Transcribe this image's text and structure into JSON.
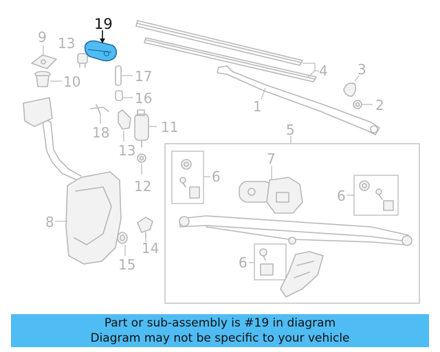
{
  "diagram": {
    "highlighted_part": "19",
    "callouts": {
      "c1": "1",
      "c2": "2",
      "c3": "3",
      "c4": "4",
      "c5": "5",
      "c6a": "6",
      "c6b": "6",
      "c6c": "6",
      "c7": "7",
      "c8": "8",
      "c9": "9",
      "c10": "10",
      "c11": "11",
      "c12": "12",
      "c13a": "13",
      "c13b": "13",
      "c14": "14",
      "c15": "15",
      "c16": "16",
      "c17": "17",
      "c18": "18",
      "c19": "19"
    },
    "colors": {
      "highlight": "#4fbcf4",
      "parts": "#b8b8b8",
      "banner": "#4fbcf4"
    }
  },
  "banner": {
    "line1": "Part or sub-assembly is #19 in diagram",
    "line2": "Diagram may not be specific to your vehicle"
  }
}
